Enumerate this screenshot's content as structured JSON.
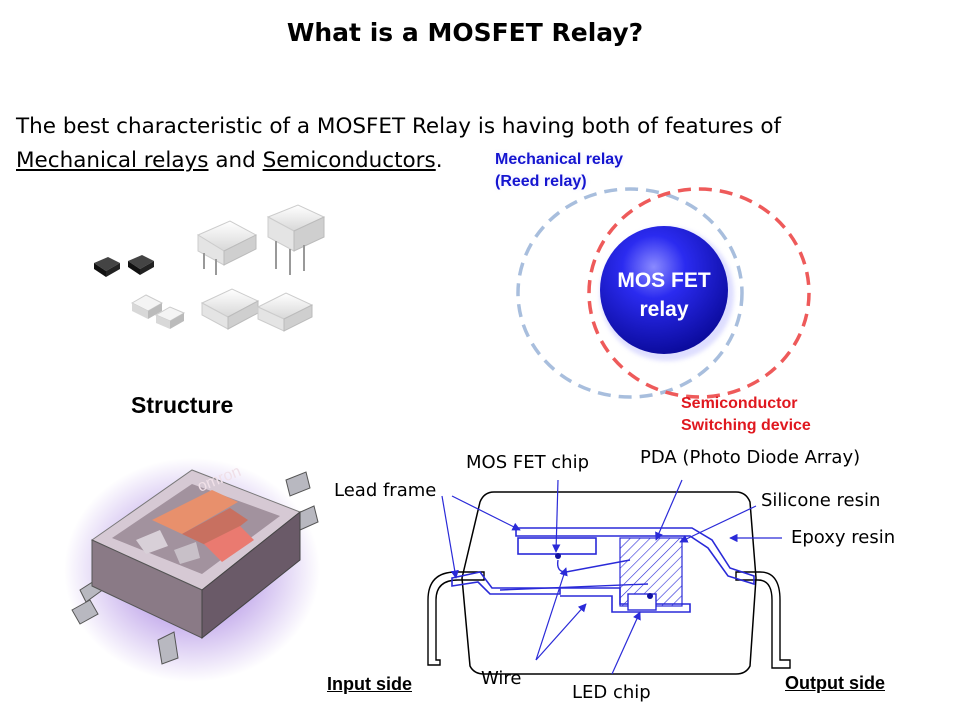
{
  "title": "What is a MOSFET Relay?",
  "intro": {
    "line1": "The best characteristic of a MOSFET Relay is having both of features of",
    "link1": "Mechanical relays",
    "conj": " and ",
    "link2": "Semiconductors",
    "end": "."
  },
  "venn": {
    "mechanical_line1": "Mechanical relay",
    "mechanical_line2": "(Reed relay)",
    "center_line1": "MOS FET",
    "center_line2": "relay",
    "semi_line1": "Semiconductor",
    "semi_line2": "Switching device",
    "colors": {
      "mechanical": "#1515d0",
      "semiconductor": "#e0181f",
      "ring_blue": "#a8bedd",
      "ring_red": "#ee5a5a",
      "sphere": "#1a1ae0"
    }
  },
  "structure_heading": "Structure",
  "diagram": {
    "labels": {
      "mosfet_chip": "MOS FET chip",
      "pda": "PDA (Photo Diode Array)",
      "lead_frame": "Lead frame",
      "silicone": "Silicone resin",
      "epoxy": "Epoxy resin",
      "wire": "Wire",
      "led_chip": "LED chip",
      "input_side": "Input side",
      "output_side": "Output side"
    },
    "line_color": "#2a2ad8"
  },
  "icons": [
    "relay-packages-photo",
    "omron-package-photo"
  ]
}
